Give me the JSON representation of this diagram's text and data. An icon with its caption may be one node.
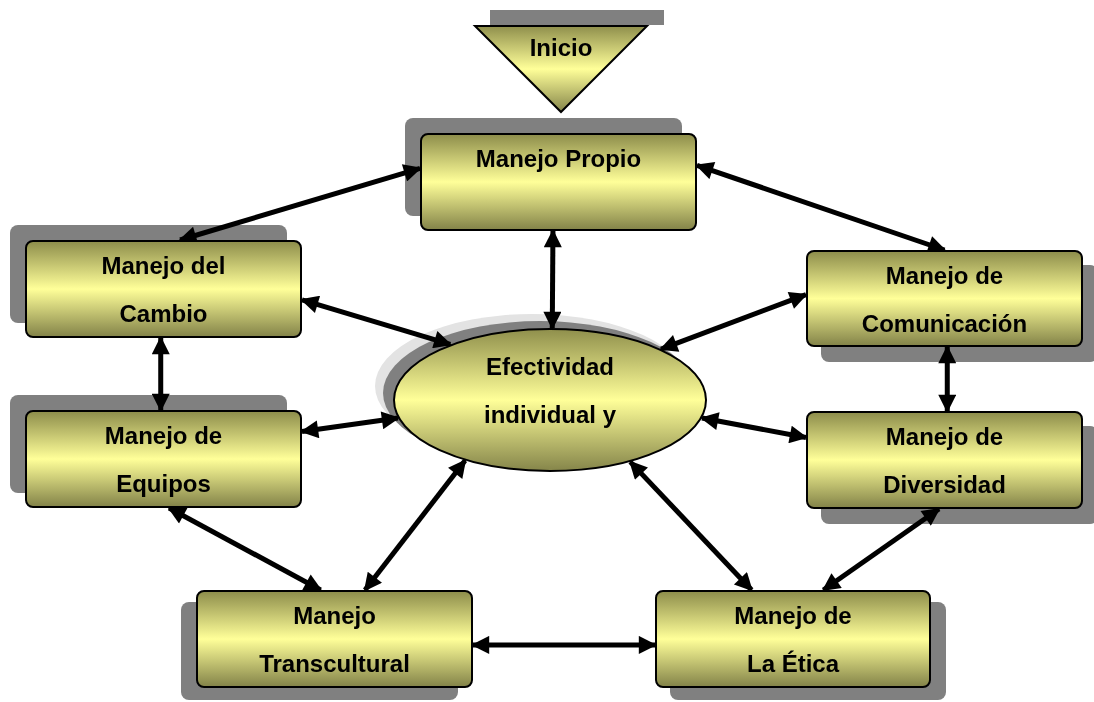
{
  "diagram": {
    "nodes": [
      {
        "text": [
          "Inicio"
        ]
      },
      {
        "text": [
          "Manejo Propio"
        ]
      },
      {
        "text": [
          "Manejo del Cambio"
        ]
      },
      {
        "text": [
          "Manejo de Comunicación"
        ]
      },
      {
        "text": [
          "Efectividad individual y"
        ]
      },
      {
        "text": [
          "Manejo de Equipos"
        ]
      },
      {
        "text": [
          "Manejo de Diversidad"
        ]
      },
      {
        "text": [
          "Manejo Transcultural"
        ]
      },
      {
        "text": [
          "Manejo de La Ética"
        ]
      }
    ],
    "edges": [
      {
        "from": 1,
        "to": 2,
        "arrow": "both"
      },
      {
        "from": 1,
        "to": 3,
        "arrow": "both"
      },
      {
        "from": 1,
        "to": 4,
        "arrow": "both"
      },
      {
        "from": 2,
        "to": 4,
        "arrow": "both"
      },
      {
        "from": 3,
        "to": 4,
        "arrow": "both"
      },
      {
        "from": 2,
        "to": 5,
        "arrow": "both"
      },
      {
        "from": 3,
        "to": 6,
        "arrow": "both"
      },
      {
        "from": 5,
        "to": 4,
        "arrow": "both"
      },
      {
        "from": 6,
        "to": 4,
        "arrow": "both"
      },
      {
        "from": 5,
        "to": 7,
        "arrow": "both"
      },
      {
        "from": 7,
        "to": 4,
        "arrow": "both"
      },
      {
        "from": 4,
        "to": 8,
        "arrow": "both"
      },
      {
        "from": 6,
        "to": 8,
        "arrow": "both"
      },
      {
        "from": 7,
        "to": 8,
        "arrow": "both"
      }
    ]
  }
}
